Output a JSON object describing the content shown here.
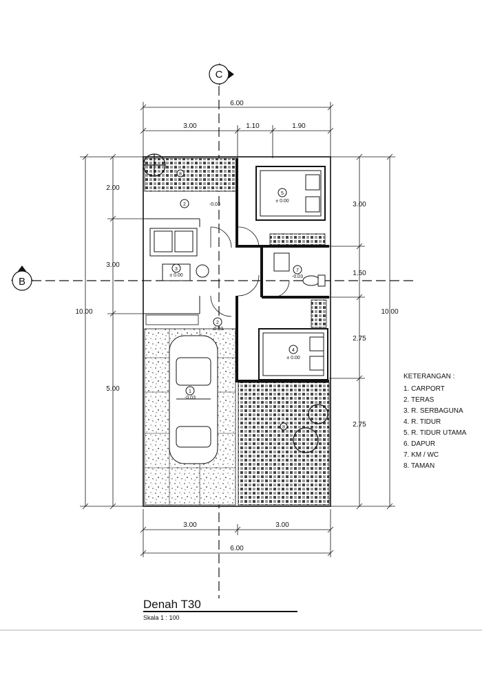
{
  "plan": {
    "title": "Denah T30",
    "scale": "Skala  1  :  100",
    "grid_markers": {
      "top": "C",
      "left": "B"
    },
    "dims": {
      "top_total": "6.00",
      "top_left": "3.00",
      "top_mid": "1.10",
      "top_right": "1.90",
      "left_total": "10.00",
      "left_top": "2.00",
      "left_mid": "3.00",
      "left_bottom": "5.00",
      "right_total": "10.00",
      "right_1": "3.00",
      "right_2": "1.50",
      "right_3": "2.75",
      "right_4": "2.75",
      "bottom_left": "3.00",
      "bottom_right": "3.00",
      "bottom_total": "6.00"
    },
    "rooms": [
      {
        "tag": "1",
        "level": "-0.03"
      },
      {
        "tag": "2",
        "level": "-0.03"
      },
      {
        "tag": "2",
        "level": "-0.03"
      },
      {
        "tag": "3",
        "level": "± 0.00"
      },
      {
        "tag": "4",
        "level": "± 0.00"
      },
      {
        "tag": "5",
        "level": "± 0.00"
      },
      {
        "tag": "7",
        "level": "-0.03"
      },
      {
        "tag": "8",
        "level": ""
      },
      {
        "tag": "8",
        "level": ""
      }
    ],
    "legend": {
      "title": "KETERANGAN :",
      "items": [
        "1. CARPORT",
        "2. TERAS",
        "3. R. SERBAGUNA",
        "4. R. TIDUR",
        "5. R. TIDUR UTAMA",
        "6. DAPUR",
        "7. KM / WC",
        "8. TAMAN"
      ]
    }
  }
}
